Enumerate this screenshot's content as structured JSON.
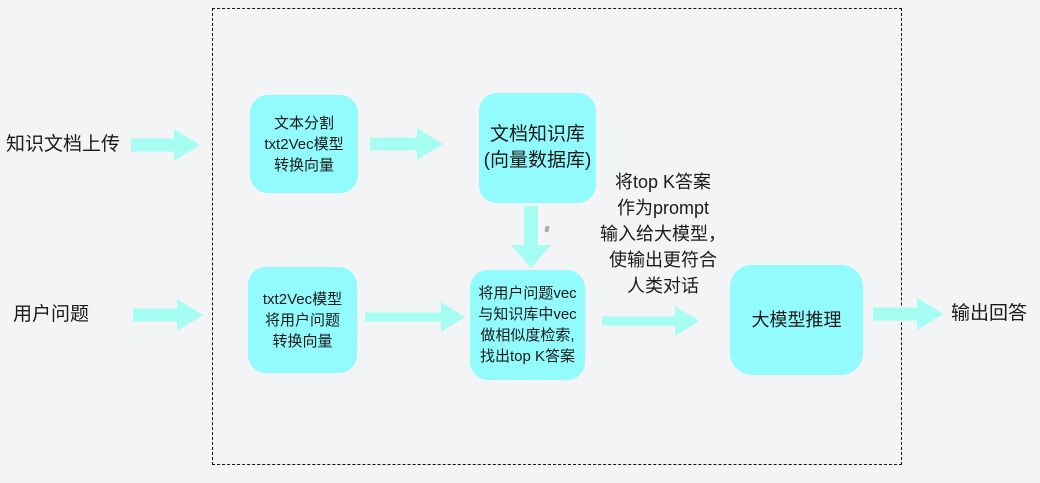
{
  "colors": {
    "bg": "#f2f4f5",
    "box_fill": "#91fbfd",
    "arrow_fill": "#a6fdf2",
    "ink": "#1a1a1a",
    "border": "#111111"
  },
  "inputs": {
    "doc_upload_label": "知识文档上传",
    "user_question_label": "用户问题"
  },
  "boxes": {
    "text_split": "文本分割\ntxt2Vec模型\n转换向量",
    "doc_kb": "文档知识库\n(向量数据库)",
    "user_vec": "txt2Vec模型\n将用户问题\n转换向量",
    "similarity": "将用户问题vec\n与知识库中vec\n做相似度检索,\n找出top K答案",
    "llm": "大模型推理"
  },
  "annotation": "将top K答案\n作为prompt\n输入给大模型，\n使输出更符合\n人类对话",
  "output": {
    "label": "输出回答"
  }
}
